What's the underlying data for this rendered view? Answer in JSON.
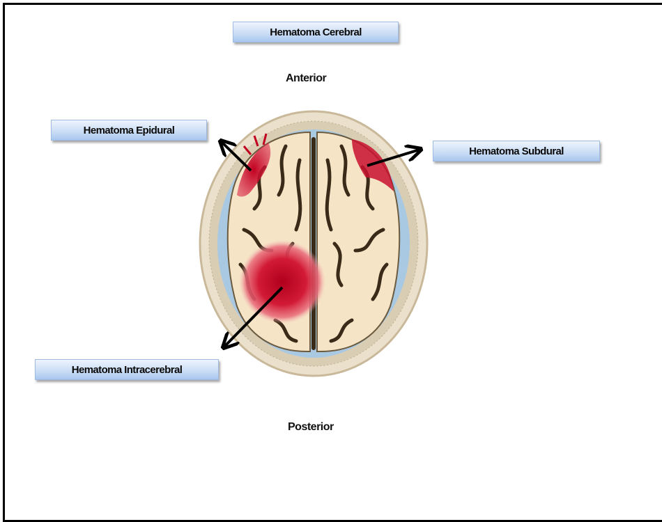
{
  "title": "Hematoma Cerebral",
  "orientation": {
    "anterior": "Anterior",
    "posterior": "Posterior"
  },
  "labels": {
    "epidural": "Hematoma Epidural",
    "subdural": "Hematoma Subdural",
    "intracerebral": "Hematoma Intracerebral"
  },
  "colors": {
    "hematoma": "#c8102e",
    "csf": "#9fc3e0",
    "brain": "#f5e3c5",
    "skull": "#e8dcc4",
    "label_fill": "#c9dcf5"
  }
}
